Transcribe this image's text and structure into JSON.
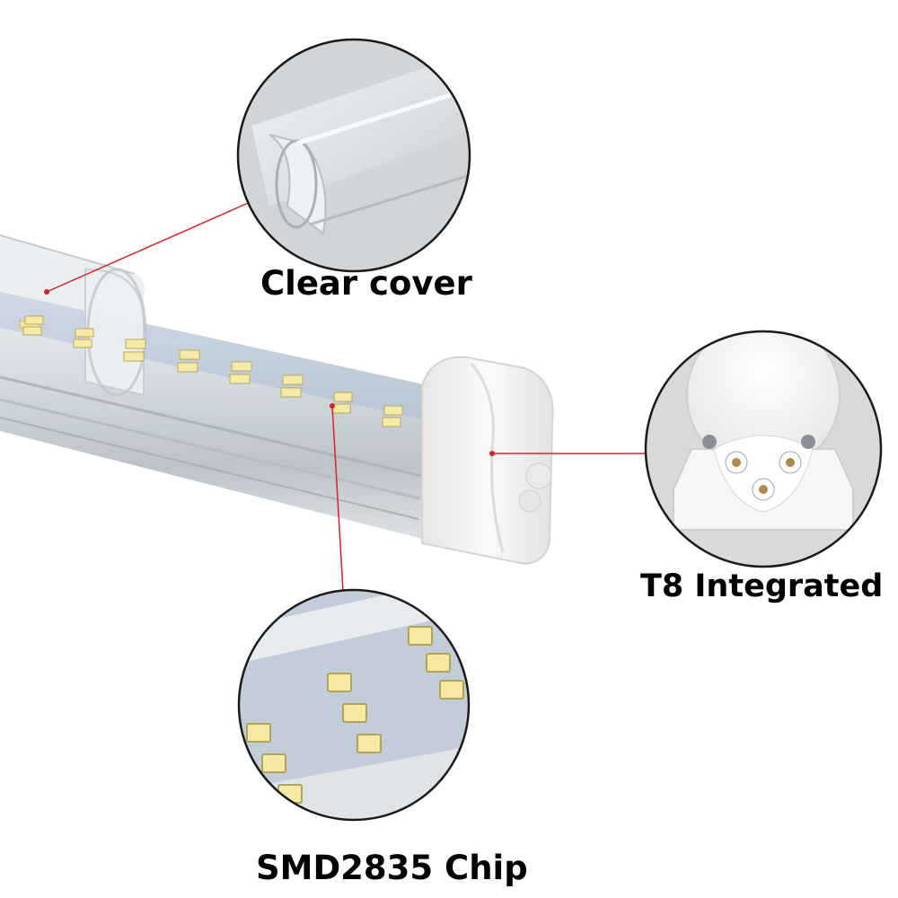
{
  "callouts": {
    "clear_cover": {
      "label": "Clear cover"
    },
    "end_cap": {
      "label": "T8 Integrated"
    },
    "chip": {
      "label": "SMD2835 Chip"
    }
  },
  "colors": {
    "leader_line": "#d8232a",
    "circle_border": "#1a1a1a",
    "led_chip": "#f2e6a6",
    "end_cap": "#f4f4f2",
    "tube_body": "#c9ced2"
  }
}
